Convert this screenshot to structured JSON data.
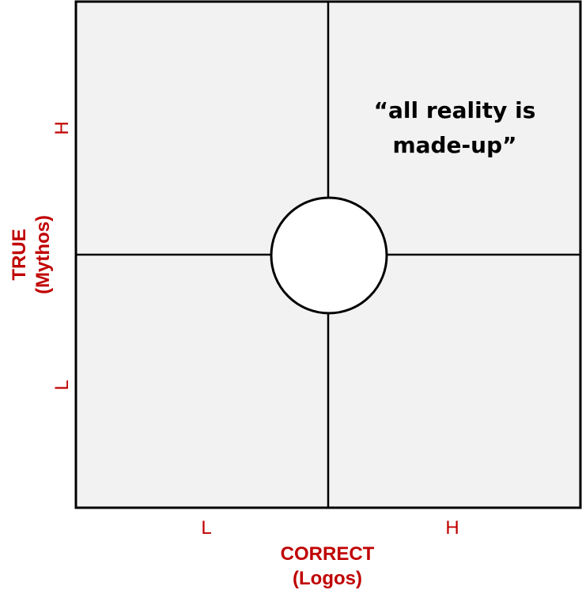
{
  "colors": {
    "quadrant_fill": "#f2f2f2",
    "grid_line": "#000000",
    "axis_text": "#c00000",
    "circle_fill": "#ffffff",
    "quote_text": "#000000"
  },
  "x_axis": {
    "title": "CORRECT",
    "subtitle": "(Logos)",
    "ticks": [
      "L",
      "H"
    ]
  },
  "y_axis": {
    "title": "TRUE",
    "subtitle": "(Mythos)",
    "ticks": [
      "H",
      "L"
    ]
  },
  "quadrants": {
    "top_right": {
      "quote_line1": "“all reality is",
      "quote_line2": "made-up”"
    }
  }
}
